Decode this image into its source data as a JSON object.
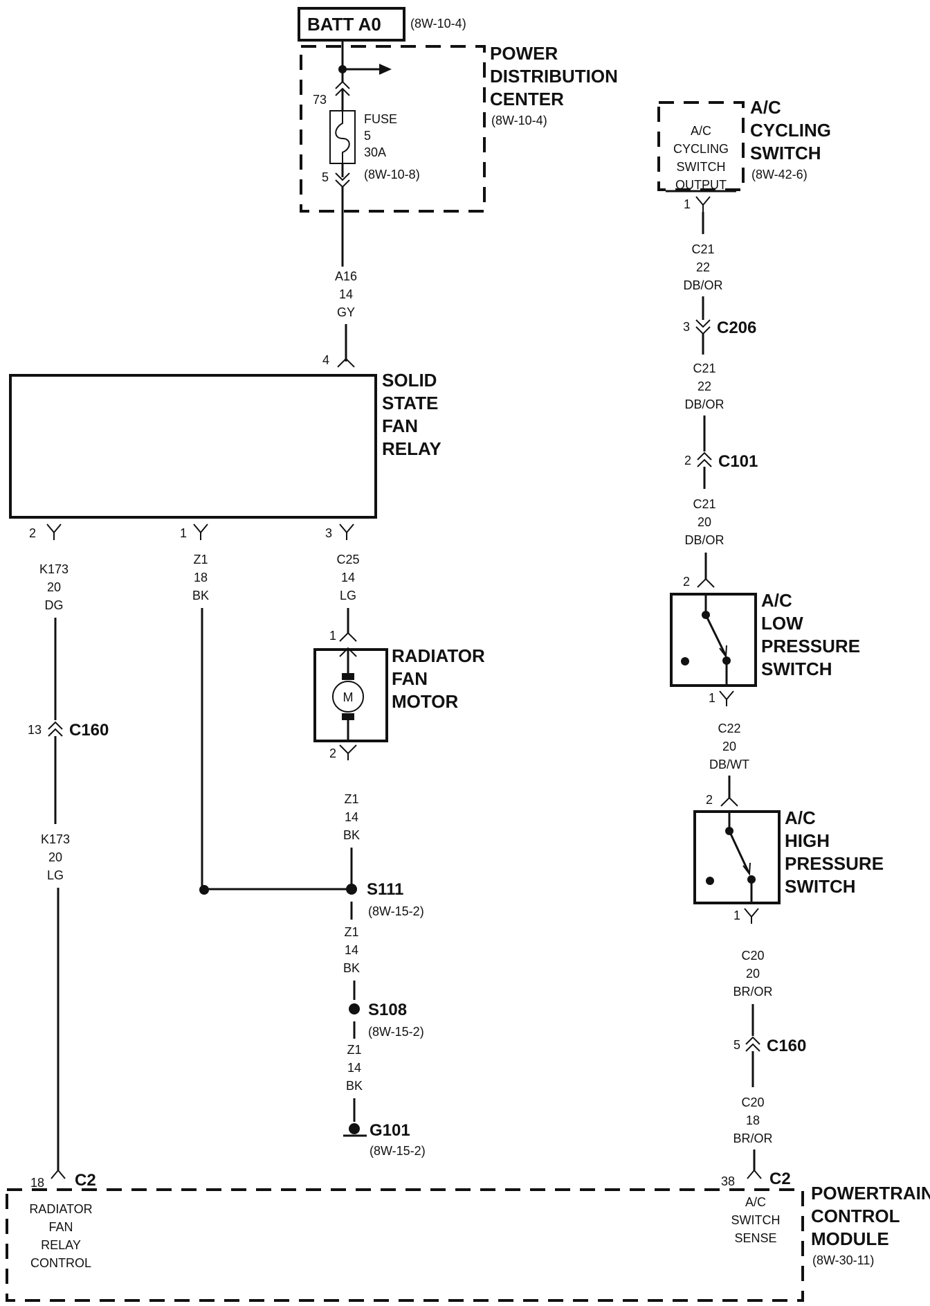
{
  "batt": {
    "title": "BATT A0",
    "ref": "(8W-10-4)"
  },
  "pdc": {
    "line1": "POWER",
    "line2": "DISTRIBUTION",
    "line3": "CENTER",
    "ref": "(8W-10-4)"
  },
  "fuse": {
    "pin_in": "73",
    "pin_out": "5",
    "label": "FUSE",
    "number": "5",
    "rating": "30A",
    "ref": "(8W-10-8)"
  },
  "wire_a16": {
    "circuit": "A16",
    "gauge": "14",
    "color": "GY"
  },
  "relay": {
    "line1": "SOLID",
    "line2": "STATE",
    "line3": "FAN",
    "line4": "RELAY",
    "pin4": "4",
    "pin2": "2",
    "pin1": "1",
    "pin3": "3"
  },
  "wire_k173a": {
    "circuit": "K173",
    "gauge": "20",
    "color": "DG"
  },
  "wire_z1_18": {
    "circuit": "Z1",
    "gauge": "18",
    "color": "BK"
  },
  "wire_c25": {
    "circuit": "C25",
    "gauge": "14",
    "color": "LG"
  },
  "c160_left": {
    "pin": "13",
    "name": "C160"
  },
  "wire_k173b": {
    "circuit": "K173",
    "gauge": "20",
    "color": "LG"
  },
  "motor": {
    "line1": "RADIATOR",
    "line2": "FAN",
    "line3": "MOTOR",
    "symbol": "M",
    "pin1": "1",
    "pin2": "2"
  },
  "wire_z1_a": {
    "circuit": "Z1",
    "gauge": "14",
    "color": "BK"
  },
  "s111": {
    "name": "S111",
    "ref": "(8W-15-2)"
  },
  "wire_z1_b": {
    "circuit": "Z1",
    "gauge": "14",
    "color": "BK"
  },
  "s108": {
    "name": "S108",
    "ref": "(8W-15-2)"
  },
  "wire_z1_c": {
    "circuit": "Z1",
    "gauge": "14",
    "color": "BK"
  },
  "g101": {
    "name": "G101",
    "ref": "(8W-15-2)"
  },
  "cycling": {
    "inner1": "A/C",
    "inner2": "CYCLING",
    "inner3": "SWITCH",
    "inner4": "OUTPUT",
    "line1": "A/C",
    "line2": "CYCLING",
    "line3": "SWITCH",
    "ref": "(8W-42-6)",
    "pin": "1"
  },
  "wire_c21_a": {
    "circuit": "C21",
    "gauge": "22",
    "color": "DB/OR"
  },
  "c206": {
    "pin": "3",
    "name": "C206"
  },
  "wire_c21_b": {
    "circuit": "C21",
    "gauge": "22",
    "color": "DB/OR"
  },
  "c101": {
    "pin": "2",
    "name": "C101"
  },
  "wire_c21_c": {
    "circuit": "C21",
    "gauge": "20",
    "color": "DB/OR"
  },
  "low": {
    "line1": "A/C",
    "line2": "LOW",
    "line3": "PRESSURE",
    "line4": "SWITCH",
    "pin_top": "2",
    "pin_bot": "1"
  },
  "wire_c22": {
    "circuit": "C22",
    "gauge": "20",
    "color": "DB/WT"
  },
  "high": {
    "line1": "A/C",
    "line2": "HIGH",
    "line3": "PRESSURE",
    "line4": "SWITCH",
    "pin_top": "2",
    "pin_bot": "1"
  },
  "wire_c20_a": {
    "circuit": "C20",
    "gauge": "20",
    "color": "BR/OR"
  },
  "c160_right": {
    "pin": "5",
    "name": "C160"
  },
  "wire_c20_b": {
    "circuit": "C20",
    "gauge": "18",
    "color": "BR/OR"
  },
  "pcm": {
    "line1": "POWERTRAIN",
    "line2": "CONTROL",
    "line3": "MODULE",
    "ref": "(8W-30-11)",
    "left_pin": "18",
    "left_conn": "C2",
    "left1": "RADIATOR",
    "left2": "FAN",
    "left3": "RELAY",
    "left4": "CONTROL",
    "right_pin": "38",
    "right_conn": "C2",
    "right1": "A/C",
    "right2": "SWITCH",
    "right3": "SENSE"
  }
}
